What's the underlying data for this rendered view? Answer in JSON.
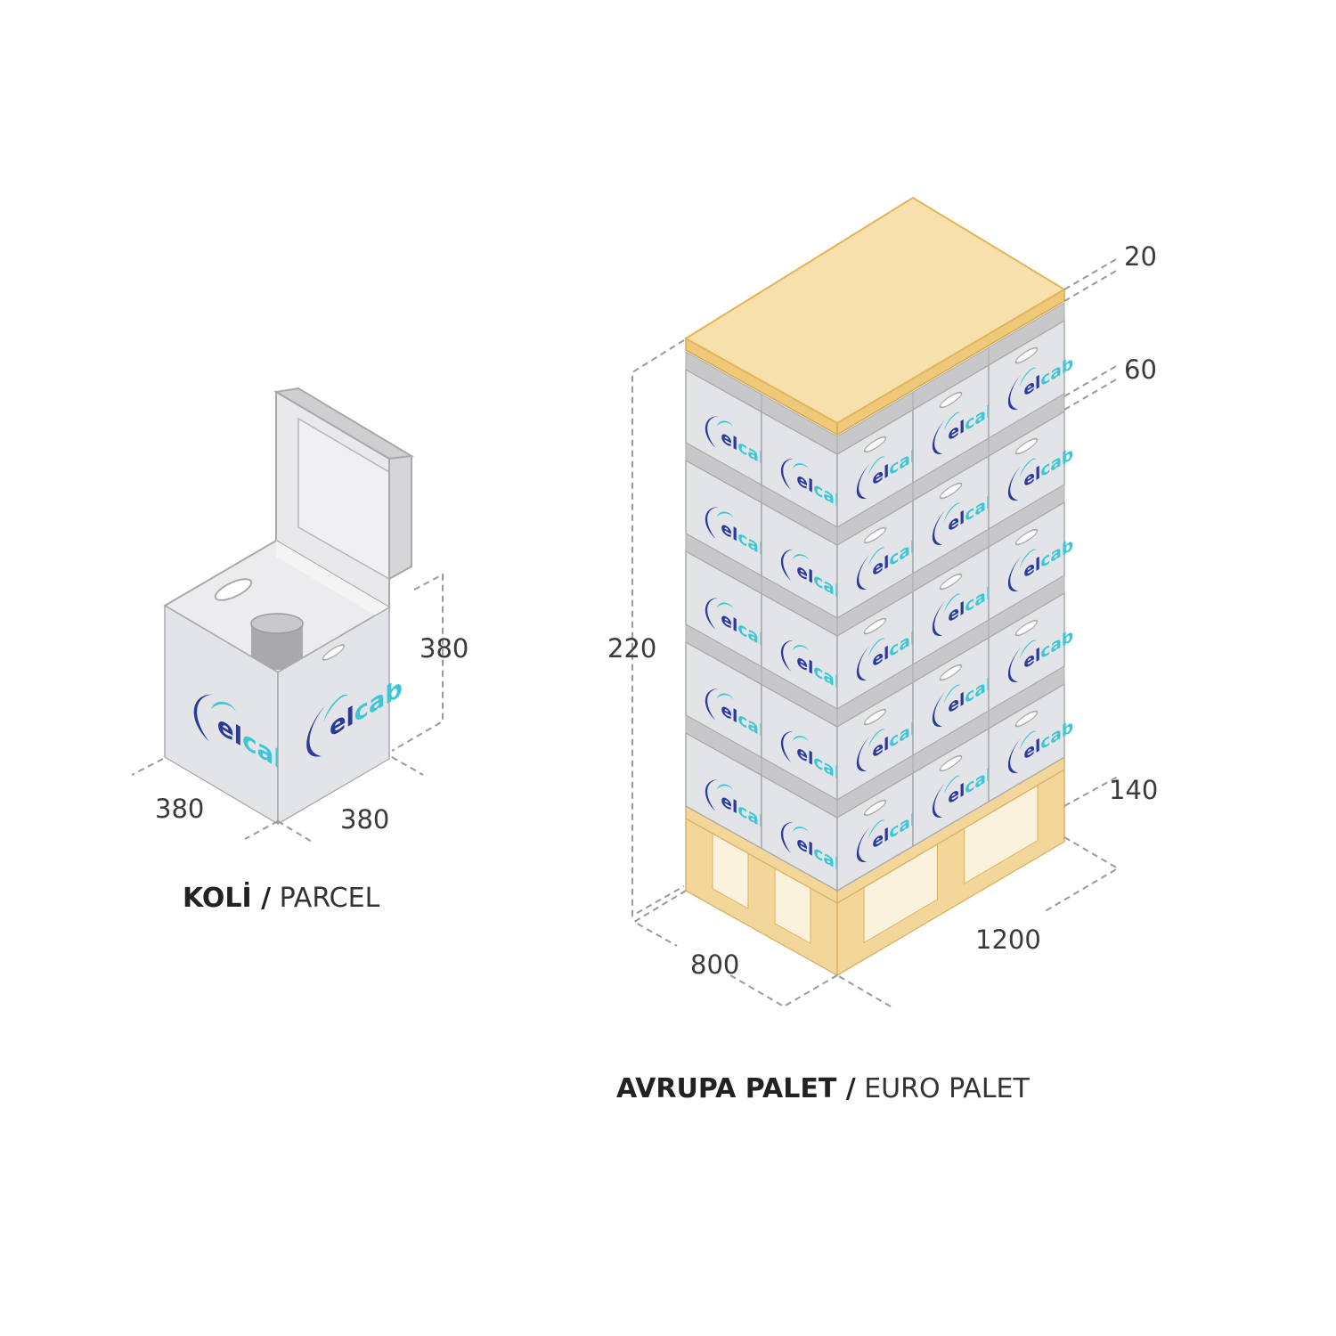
{
  "logo": {
    "text": "elcab",
    "color_dark": "#2a3a9c",
    "color_light": "#3cc6d6"
  },
  "parcel": {
    "title_bold": "KOLİ /",
    "title_regular": " PARCEL",
    "height_label": "380",
    "width_label": "380",
    "depth_label": "380"
  },
  "pallet": {
    "title_bold": "AVRUPA PALET /",
    "title_regular": " EURO PALET",
    "total_height_label": "220",
    "top_sheet_label": "20",
    "box_row_label": "60",
    "pallet_height_label": "140",
    "width_label": "800",
    "length_label": "1200",
    "rows": 5,
    "boxes_left_face": 2,
    "boxes_right_face": 3
  },
  "colors": {
    "wood": "#f2d69a",
    "box": "#e3e4e7",
    "band": "#c8c8ca"
  }
}
